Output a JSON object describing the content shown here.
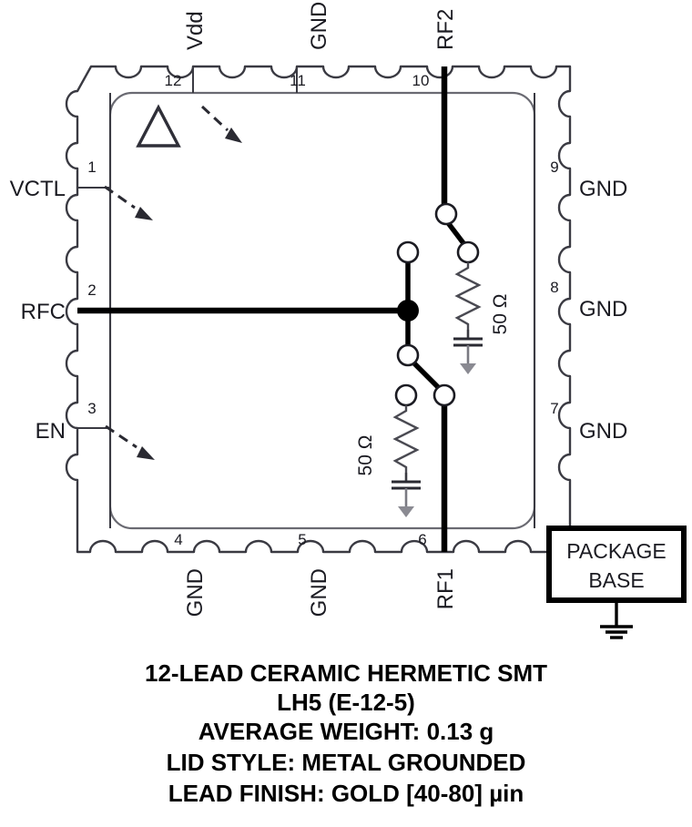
{
  "package": {
    "title_lines": [
      "12-LEAD CERAMIC HERMETIC SMT",
      "LH5 (E-12-5)",
      "AVERAGE WEIGHT: 0.13 g",
      "LID STYLE: METAL GROUNDED",
      "LEAD FINISH: GOLD [40-80] µin"
    ],
    "package_base_line1": "PACKAGE",
    "package_base_line2": "BASE",
    "pin_one_marker": "triangle-marker"
  },
  "pins": {
    "top": [
      {
        "number": "12",
        "label": "Vdd"
      },
      {
        "number": "11",
        "label": "GND"
      },
      {
        "number": "10",
        "label": "RF2"
      }
    ],
    "left": [
      {
        "number": "1",
        "label": "VCTL"
      },
      {
        "number": "2",
        "label": "RFC"
      },
      {
        "number": "3",
        "label": "EN"
      }
    ],
    "bottom": [
      {
        "number": "4",
        "label": "GND"
      },
      {
        "number": "5",
        "label": "GND"
      },
      {
        "number": "6",
        "label": "RF1"
      }
    ],
    "right": [
      {
        "number": "9",
        "label": "GND"
      },
      {
        "number": "8",
        "label": "GND"
      },
      {
        "number": "7",
        "label": "GND"
      }
    ]
  },
  "schematic": {
    "resistor_top_value": "50 Ω",
    "resistor_bottom_value": "50 Ω",
    "type": "spdt-rf-switch",
    "common_port": "RFC",
    "throw_ports": [
      "RF1",
      "RF2"
    ],
    "termination": "50 Ω series capacitor to ground on each unselected throw"
  },
  "colors": {
    "outline": "#3a3a42",
    "trace": "#000000",
    "text": "#1b1b22",
    "ground": "#8a8a92",
    "background": "#ffffff"
  }
}
